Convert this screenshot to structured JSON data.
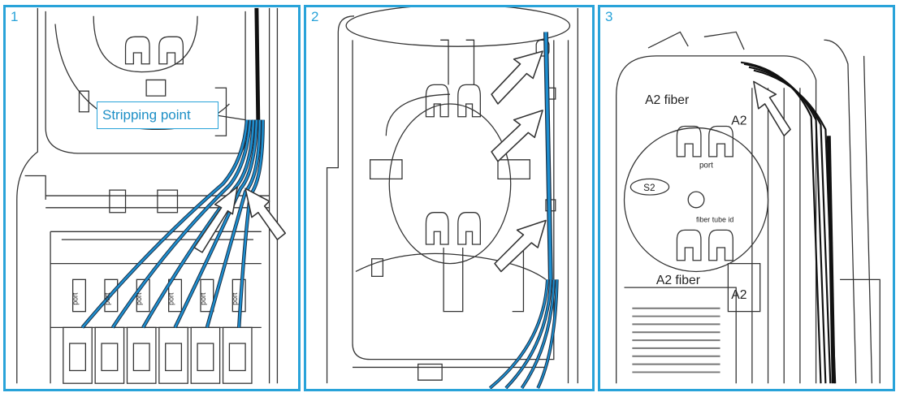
{
  "panels": [
    {
      "number": "1",
      "callout": "Stripping point",
      "port_labels": [
        "port",
        "port",
        "port",
        "port",
        "port",
        "port"
      ]
    },
    {
      "number": "2"
    },
    {
      "number": "3",
      "labels": {
        "a2_fiber_top": "A2 fiber",
        "a2_top_right": "A2",
        "s2": "S2",
        "port": "port",
        "fiber_tube": "fiber tube id",
        "a2_fiber_bottom": "A2 fiber",
        "a2_bottom_right": "A2"
      }
    }
  ],
  "colors": {
    "accent": "#29a3d9",
    "fiber": "#1e8fd0",
    "line": "#333333"
  }
}
